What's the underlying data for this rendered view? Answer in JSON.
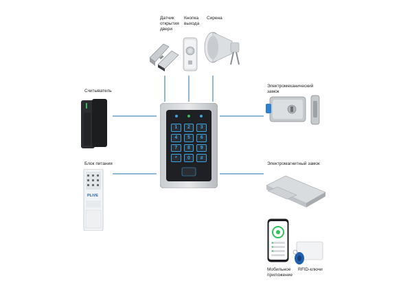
{
  "labels": {
    "door_sensor": "Датчик\nоткрытия\nдвери",
    "exit_button": "Кнопка\nвыхода",
    "siren": "Сирена",
    "reader": "Считыватель",
    "power_supply": "Блок питания",
    "electromech_lock": "Электромеханический\nзамок",
    "electromag_lock": "Электромагнитный замок",
    "mobile_app": "Мобильное\nприложение",
    "rfid_keys": "RFID-ключи"
  },
  "keypad": {
    "keys": [
      "1",
      "2",
      "3",
      "4",
      "5",
      "6",
      "7",
      "8",
      "9",
      "*",
      "0",
      "#"
    ]
  },
  "power_brand": "PLiVE",
  "colors": {
    "connector": "#8fb9d6",
    "key_glow": "#39a6e8",
    "rfid_blue": "#1f5fb0",
    "led_green": "#2fc25a"
  }
}
